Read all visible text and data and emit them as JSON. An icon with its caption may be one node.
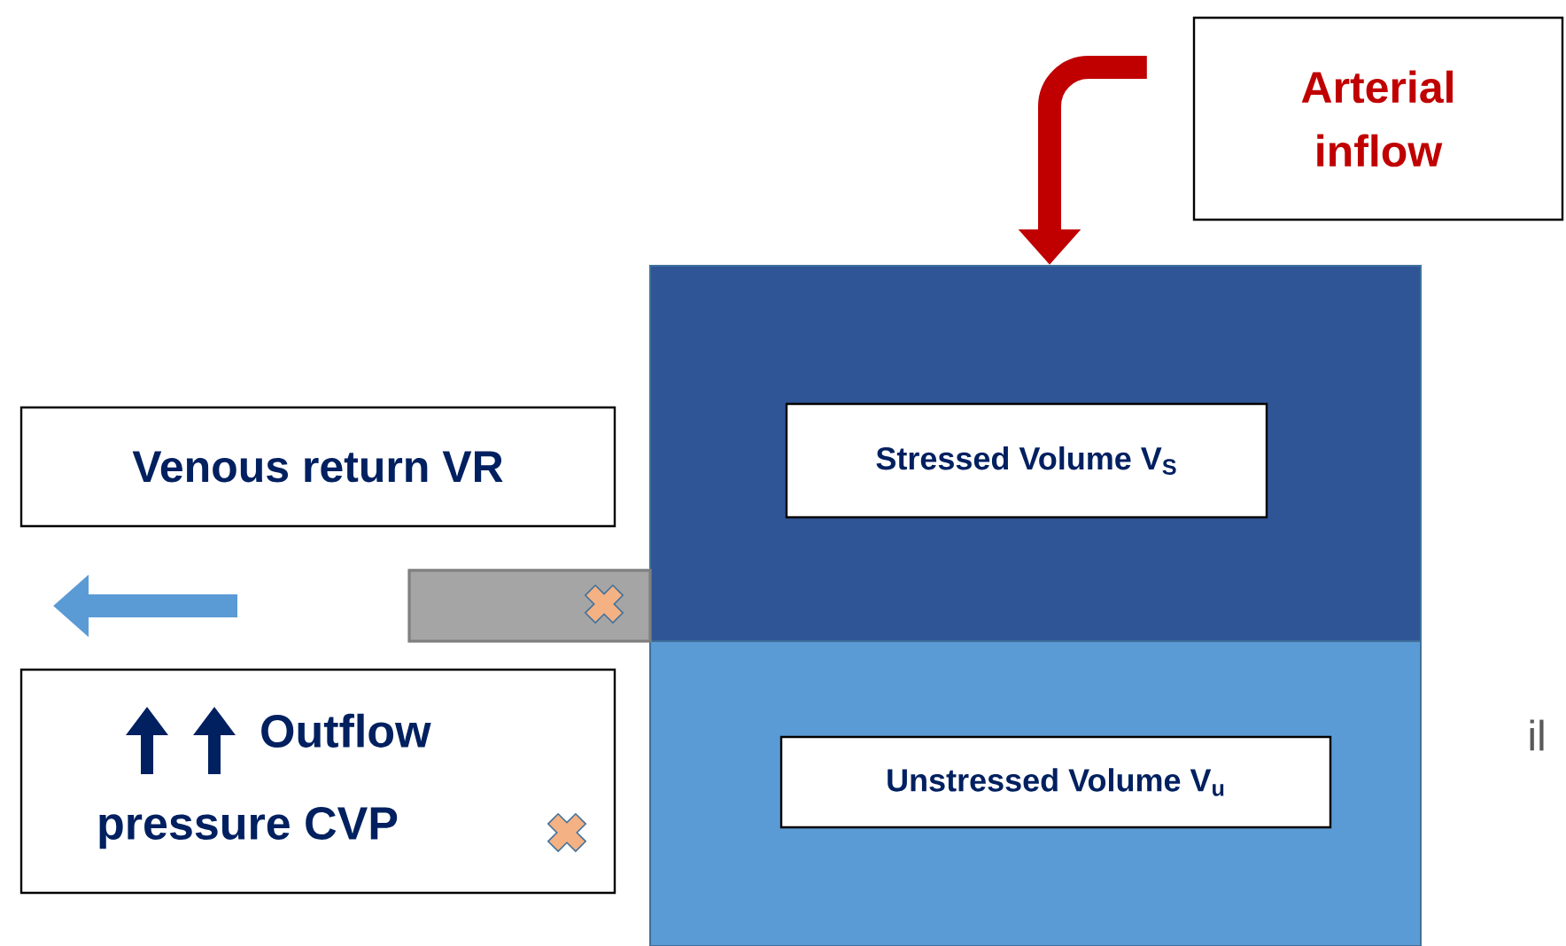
{
  "diagram": {
    "nodes": [
      {
        "text": [],
        "shape": "box"
      },
      {
        "text": [
          "Stressed Volume V$_{S}$"
        ],
        "in": 0
      },
      {
        "text": [],
        "shape": "box"
      },
      {
        "text": [
          "Unstressed Volume V$_{u}$"
        ],
        "in": 2
      },
      {
        "text": [
          "Arterial inflow"
        ]
      },
      {
        "text": [
          "Venous return VR"
        ]
      },
      {
        "text": [
          "Outflow pressure CVP"
        ]
      },
      {
        "text": [],
        "shape": "bar"
      }
    ],
    "edges": [
      {
        "from": 4,
        "to": 0,
        "arrow": "to",
        "color": "#c00000"
      }
    ],
    "labels": [
      "il"
    ]
  }
}
